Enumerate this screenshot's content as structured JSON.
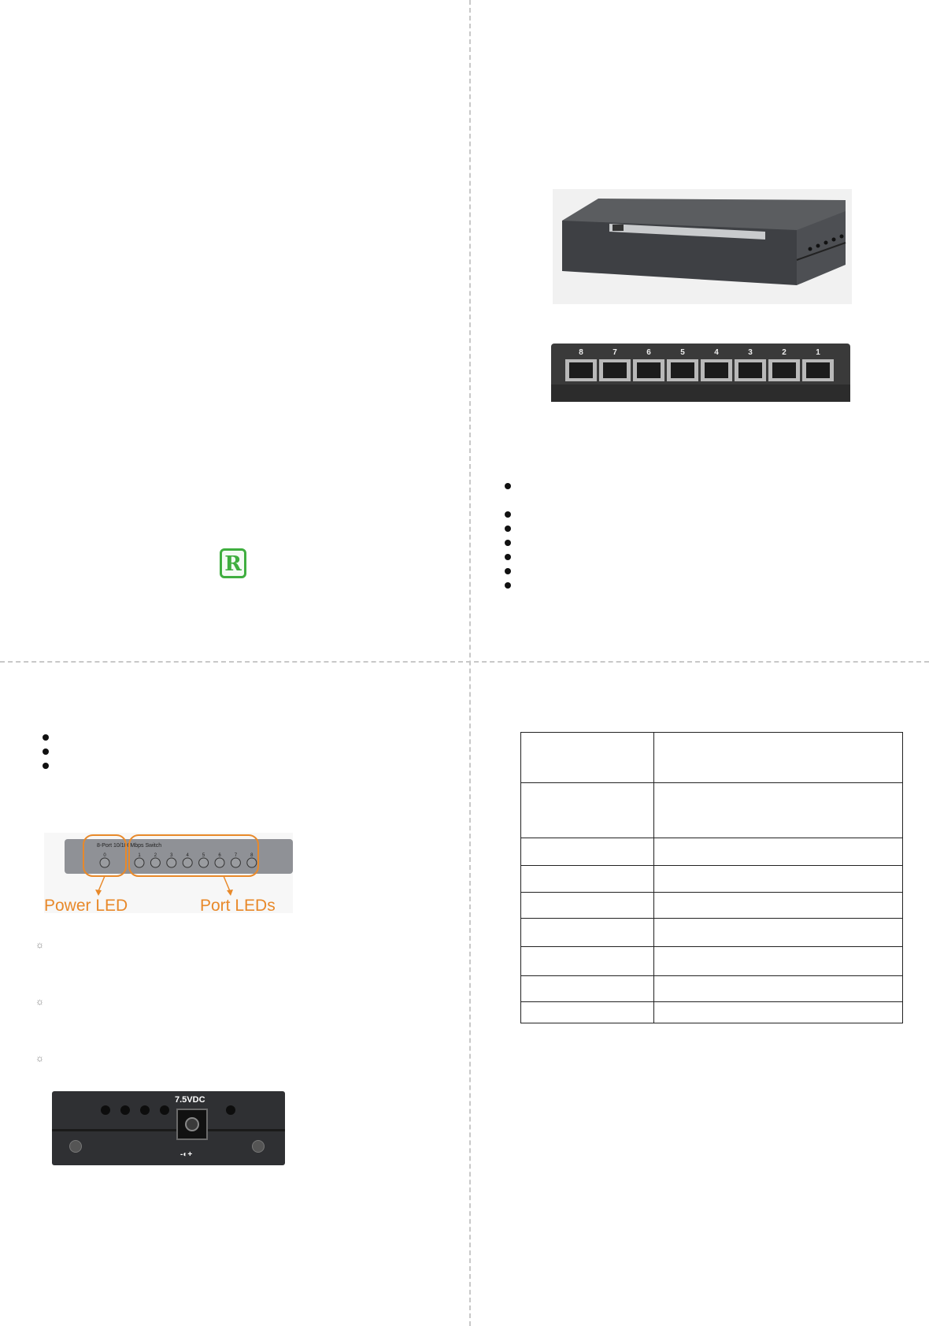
{
  "logo": {
    "letter": "R"
  },
  "front_panel": {
    "port_numbers": [
      "8",
      "7",
      "6",
      "5",
      "4",
      "3",
      "2",
      "1"
    ]
  },
  "led_panel": {
    "strip_title": "8-Port 10/100Mbps Switch",
    "power_led_number": "0",
    "port_led_numbers": [
      "1",
      "2",
      "3",
      "4",
      "5",
      "6",
      "7",
      "8"
    ],
    "power_caption": "Power LED",
    "ports_caption": "Port LEDs"
  },
  "rear_panel": {
    "power_label": "7.5VDC",
    "polarity_symbol": "-◐+"
  },
  "colors": {
    "accent": "#e8892a",
    "logo": "#3fae3f",
    "fold_line": "#c8c8c8"
  }
}
